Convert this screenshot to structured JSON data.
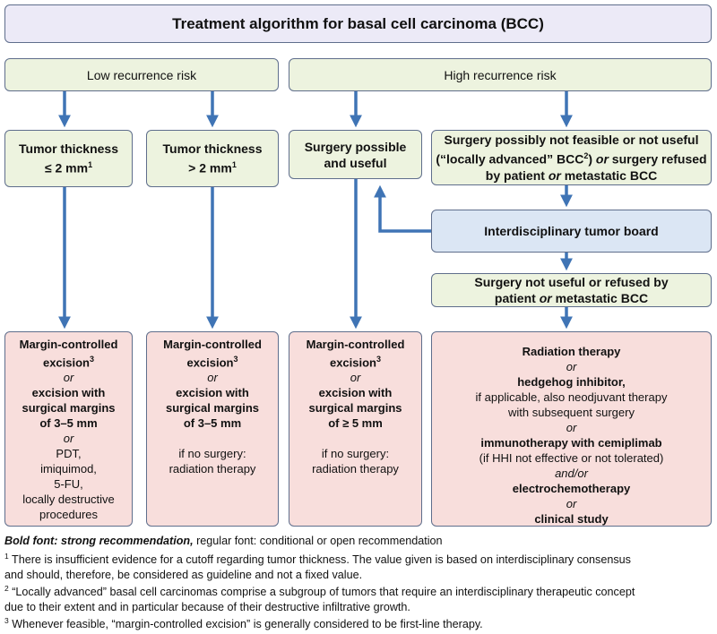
{
  "title": "Treatment algorithm for basal cell carcinoma (BCC)",
  "risk": {
    "low": "Low recurrence risk",
    "high": "High recurrence risk"
  },
  "conditions": {
    "thin": {
      "line1": "Tumor thickness",
      "line2": "≤ 2 mm",
      "sup": "1"
    },
    "thick": {
      "line1": "Tumor thickness",
      "line2": "> 2 mm",
      "sup": "1"
    },
    "surgery_possible": {
      "line1": "Surgery possible",
      "line2": "and useful"
    },
    "not_feasible": {
      "line1": "Surgery possibly not feasible or not useful",
      "line2_a": "(“locally advanced” BCC",
      "line2_sup": "2",
      "line2_b": ")",
      "line2_or": " or ",
      "line2_c": "surgery refused",
      "line3_a": "by patient ",
      "line3_or": "or",
      "line3_b": " metastatic BCC"
    }
  },
  "tumor_board": "Interdisciplinary tumor board",
  "not_useful": {
    "line1": "Surgery not useful or refused by",
    "line2_a": "patient ",
    "line2_or": "or",
    "line2_b": " metastatic BCC"
  },
  "treatments": {
    "col1": {
      "mce_a": "Margin-controlled",
      "mce_b": "excision",
      "mce_sup": "3",
      "or1": "or",
      "ex1": "excision with",
      "ex2": "surgical margins",
      "ex3": "of 3–5 mm",
      "or2": "or",
      "alt1": "PDT,",
      "alt2": "imiquimod,",
      "alt3": "5-FU,",
      "alt4": "locally destructive",
      "alt5": "procedures"
    },
    "col2": {
      "mce_a": "Margin-controlled",
      "mce_b": "excision",
      "mce_sup": "3",
      "or1": "or",
      "ex1": "excision with",
      "ex2": "surgical margins",
      "ex3": "of 3–5 mm",
      "nosurg1": "if no surgery:",
      "nosurg2": "radiation therapy"
    },
    "col3": {
      "mce_a": "Margin-controlled",
      "mce_b": "excision",
      "mce_sup": "3",
      "or1": "or",
      "ex1": "excision with",
      "ex2": "surgical margins",
      "ex3": "of ≥ 5 mm",
      "nosurg1": "if no surgery:",
      "nosurg2": "radiation therapy"
    },
    "col4": {
      "rt": "Radiation therapy",
      "or1": "or",
      "hhi": "hedgehog inhibitor,",
      "hhi_note1": "if applicable, also neodjuvant therapy",
      "hhi_note2": "with subsequent surgery",
      "or2": "or",
      "immuno": "immunotherapy with cemiplimab",
      "immuno_note": "(if HHI not effective or not tolerated)",
      "andor": "and/or",
      "ecT": "electrochemotherapy",
      "or3": "or",
      "study": "clinical study"
    }
  },
  "footnotes": {
    "legend_bold": "Bold font: strong recommendation,",
    "legend_rest": " regular font: conditional or open recommendation",
    "fn1_num": "1",
    "fn1_line1": " There is insufficient evidence for a cutoff regarding tumor thickness. The value given is based on interdisciplinary consensus",
    "fn1_line2": "and should, therefore, be considered as guideline and not a fixed value.",
    "fn2_num": "2",
    "fn2_line1": " “Locally advanced” basal cell carcinomas comprise a subgroup of tumors that require an interdisciplinary therapeutic concept",
    "fn2_line2": "due to their extent and in particular because of their destructive infiltrative growth.",
    "fn3_num": "3",
    "fn3_line1": " Whenever feasible, “margin-controlled excision” is generally considered to be first-line therapy."
  },
  "colors": {
    "title_bg": "#eceaf7",
    "condition_bg": "#edf3df",
    "board_bg": "#dbe6f4",
    "treatment_bg": "#f8dedc",
    "arrow": "#3f74b5",
    "border": "#5f6e8c"
  }
}
